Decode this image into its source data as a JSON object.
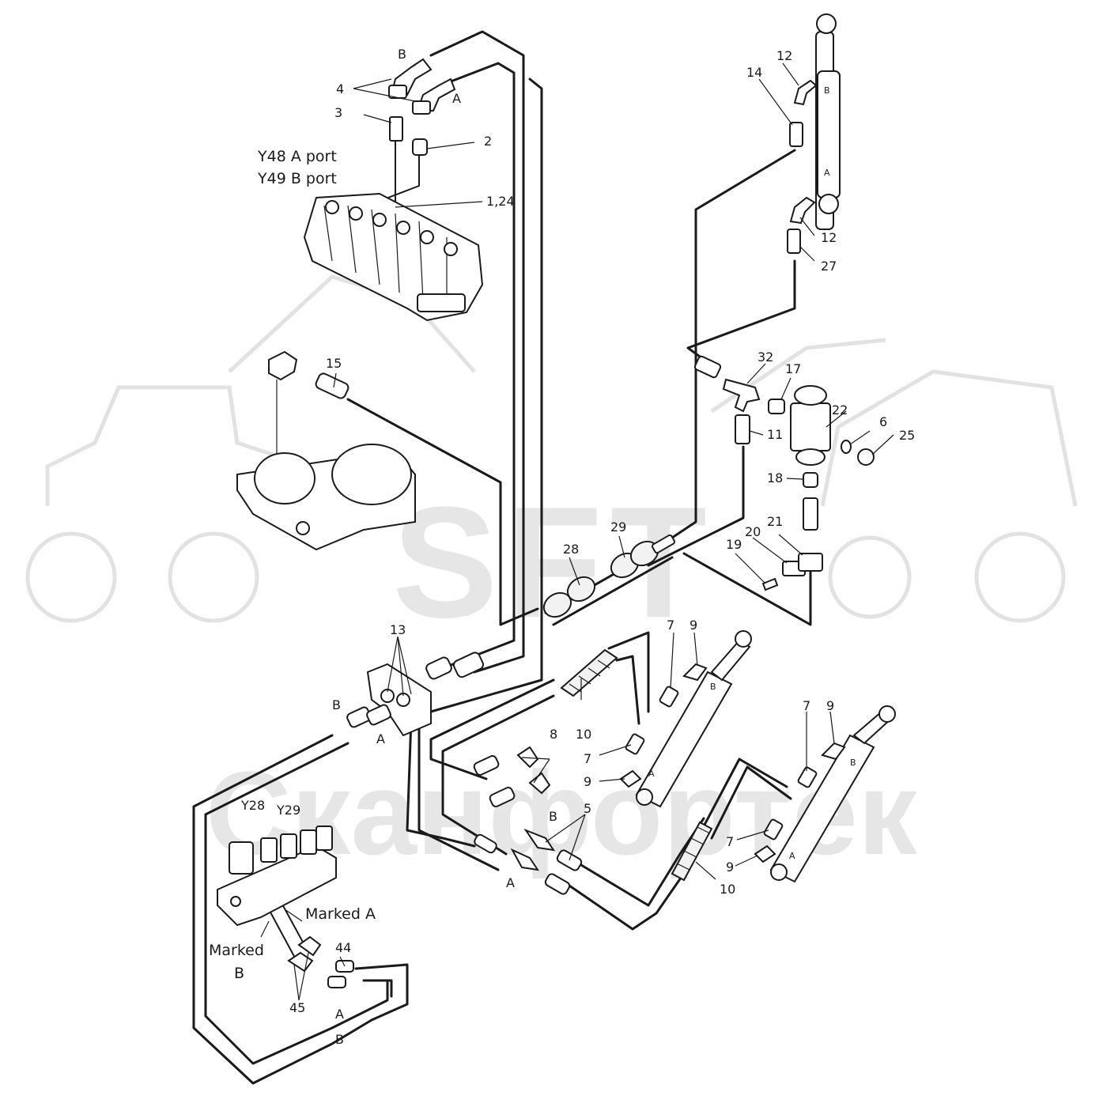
{
  "watermark": {
    "brand": "SFT",
    "company": "Сканфортек"
  },
  "labels": {
    "n1_24": "1,24",
    "n2": "2",
    "n3": "3",
    "n4": "4",
    "n5": "5",
    "n6": "6",
    "n7": "7",
    "n8": "8",
    "n9": "9",
    "n10": "10",
    "n11": "11",
    "n12": "12",
    "n13": "13",
    "n14": "14",
    "n15": "15",
    "n17": "17",
    "n18": "18",
    "n19": "19",
    "n20": "20",
    "n21": "21",
    "n22": "22",
    "n25": "25",
    "n27": "27",
    "n28": "28",
    "n29": "29",
    "n32": "32",
    "n44": "44",
    "n45": "45",
    "port_a": "A",
    "port_b": "B",
    "y48": "Y48 A port",
    "y49": "Y49 B port",
    "y28": "Y28",
    "y29": "Y29",
    "marked_a": "Marked A",
    "marked": "Marked",
    "marked_b_letter": "B"
  }
}
